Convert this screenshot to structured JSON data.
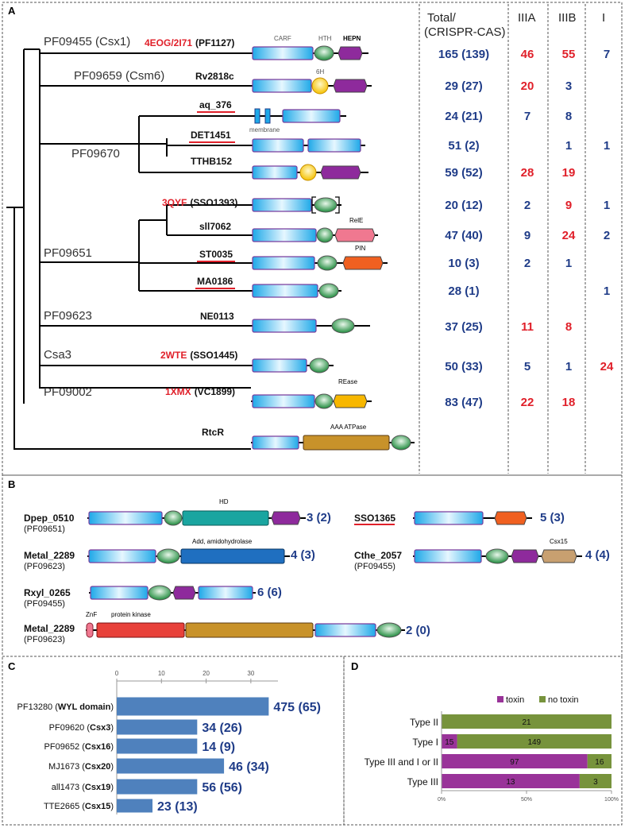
{
  "panels": {
    "a": "A",
    "b": "B",
    "c": "C",
    "d": "D"
  },
  "panel_a": {
    "headers": {
      "total": "Total/",
      "total_sub": "(CRISPR-CAS)",
      "iiia": "IIIA",
      "iiib": "IIIB",
      "i": "I"
    },
    "families": {
      "pf09455": "PF09455 (Csx1)",
      "pf09659": "PF09659 (Csm6)",
      "pf09670": "PF09670",
      "pf09651": "PF09651",
      "pf09623": "PF09623",
      "csa3": "Csa3",
      "pf09002": "PF09002"
    },
    "domain_labels": {
      "carf": "CARF",
      "hth": "HTH",
      "hepn": "HEPN",
      "six_h": "6H",
      "membrane": "membrane",
      "rele": "RelE",
      "pin": "PIN",
      "rease": "REase",
      "aaa": "AAA ATPase"
    },
    "rows": [
      {
        "name_red": "4EOG/2I71",
        "name": "(PF1127)",
        "total": "165 (139)",
        "iiia": "46",
        "iiib": "55",
        "i": "7"
      },
      {
        "name_red": "",
        "name": "Rv2818c",
        "total": "29 (27)",
        "iiia": "20",
        "iiib": "3",
        "i": ""
      },
      {
        "name_red": "",
        "name": "aq_376",
        "total": "24 (21)",
        "iiia": "7",
        "iiib": "8",
        "i": ""
      },
      {
        "name_red": "",
        "name": "DET1451",
        "total": "51 (2)",
        "iiia": "",
        "iiib": "1",
        "i": "1"
      },
      {
        "name_red": "",
        "name": "TTHB152",
        "total": "59 (52)",
        "iiia": "28",
        "iiib": "19",
        "i": ""
      },
      {
        "name_red": "3QYF",
        "name": "(SSO1393)",
        "total": "20 (12)",
        "iiia": "2",
        "iiib": "9",
        "i": "1"
      },
      {
        "name_red": "",
        "name": "sll7062",
        "total": "47 (40)",
        "iiia": "9",
        "iiib": "24",
        "i": "2"
      },
      {
        "name_red": "",
        "name": "ST0035",
        "total": "10 (3)",
        "iiia": "2",
        "iiib": "1",
        "i": ""
      },
      {
        "name_red": "",
        "name": "MA0186",
        "total": "28 (1)",
        "iiia": "",
        "iiib": "",
        "i": "1"
      },
      {
        "name_red": "",
        "name": "NE0113",
        "total": "37 (25)",
        "iiia": "11",
        "iiib": "8",
        "i": ""
      },
      {
        "name_red": "2WTE",
        "name": "(SSO1445)",
        "total": "50 (33)",
        "iiia": "5",
        "iiib": "1",
        "i": "24"
      },
      {
        "name_red": "1XMX",
        "name": "(VC1899)",
        "total": "83 (47)",
        "iiia": "22",
        "iiib": "18",
        "i": ""
      },
      {
        "name_red": "",
        "name": "RtcR",
        "total": "",
        "iiia": "",
        "iiib": "",
        "i": ""
      }
    ]
  },
  "panel_b": {
    "entries": [
      {
        "name": "Dpep_0510",
        "family": "(PF09651)",
        "count": "3 (2)",
        "label": "HD"
      },
      {
        "name": "Metal_2289",
        "family": "(PF09623)",
        "count": "4 (3)",
        "label": "Add, amidohydrolase"
      },
      {
        "name": "Rxyl_0265",
        "family": "(PF09455)",
        "count": "6 (6)",
        "label": ""
      },
      {
        "name": "Metal_2289",
        "family": "(PF09623)",
        "count": "2 (0)",
        "label": "protein kinase",
        "label2": "ZnF"
      },
      {
        "name": "SSO1365",
        "family": "",
        "count": "5 (3)",
        "label": ""
      },
      {
        "name": "Cthe_2057",
        "family": "(PF09455)",
        "count": "4 (4)",
        "label": "Csx15"
      }
    ]
  },
  "panel_c": {
    "chart_data": {
      "type": "bar",
      "orientation": "horizontal",
      "categories": [
        "PF13280 (WYL domain)",
        "PF09620 (Csx3)",
        "PF09652 (Csx16)",
        "MJ1673 (Csx20)",
        "all1473 (Csx19)",
        "TTE2665 (Csx15)"
      ],
      "cat_prefix": [
        "PF13280 (",
        "PF09620 (",
        "PF09652 (",
        "MJ1673 (",
        "all1473 (",
        "TTE2665 ("
      ],
      "cat_bold": [
        "WYL domain",
        "Csx3",
        "Csx16",
        "Csx20",
        "Csx19",
        "Csx15"
      ],
      "values": [
        34,
        18,
        18,
        24,
        18,
        8
      ],
      "value_labels": [
        "475 (65)",
        "34 (26)",
        "14 (9)",
        "46 (34)",
        "56 (56)",
        "23 (13)"
      ],
      "xlim": [
        0,
        35
      ],
      "xticks": [
        "0",
        "10",
        "20",
        "30"
      ],
      "bar_color": "#4f81bd"
    }
  },
  "panel_d": {
    "chart_data": {
      "type": "bar",
      "orientation": "horizontal",
      "stacked": "percent",
      "categories": [
        "Type II",
        "Type I",
        "Type III and I or II",
        "Type III"
      ],
      "series": [
        {
          "name": "toxin",
          "values": [
            0,
            15,
            97,
            13
          ],
          "color": "#993399"
        },
        {
          "name": "no toxin",
          "values": [
            21,
            149,
            16,
            3
          ],
          "color": "#77933c"
        }
      ],
      "xticks": [
        "0%",
        "50%",
        "100%"
      ],
      "legend": "top"
    }
  },
  "colors": {
    "blue_text": "#1f3c88",
    "red_text": "#e0202a",
    "carf": "#1ea8e8",
    "hth": "#1e8a3c",
    "hepn": "#8e2a9c"
  }
}
